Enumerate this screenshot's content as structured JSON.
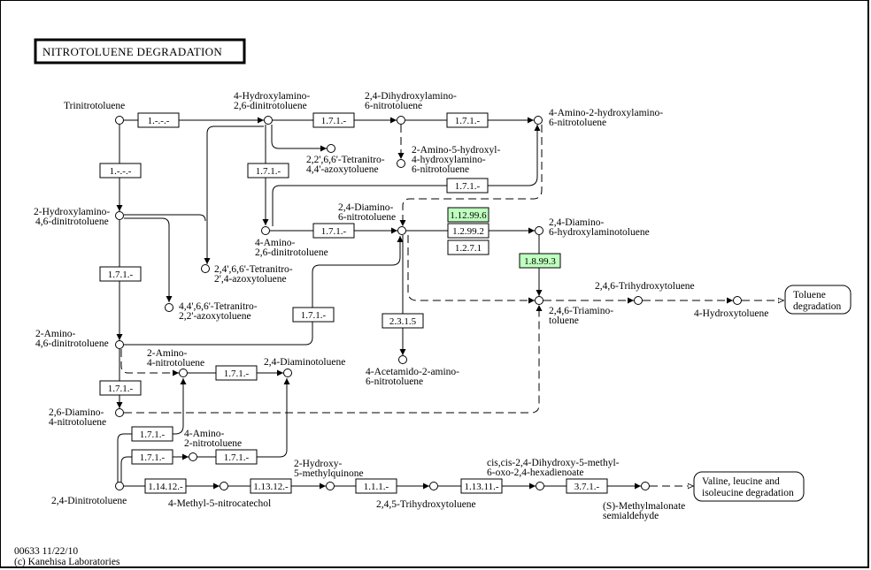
{
  "title": "NITROTOLUENE DEGRADATION",
  "footer": {
    "line1": "00633 11/22/10",
    "line2": "(c) Kanehisa Laboratories"
  },
  "highlight_color": "#bfffbf",
  "compounds": {
    "tnt": "Trinitrotoluene",
    "ha26_1": "4-Hydroxylamino-",
    "ha26_2": "2,6-dinitrotoluene",
    "dha_1": "2,4-Dihydroxylamino-",
    "dha_2": "6-nitrotoluene",
    "a2ha_1": "4-Amino-2-hydroxylamino-",
    "a2ha_2": "6-nitrotoluene",
    "tetra44_1": "2,2',6,6'-Tetranitro-",
    "tetra44_2": "4,4'-azoxytoluene",
    "a5h_1": "2-Amino-5-hydroxyl-",
    "a5h_2": "4-hydroxylamino-",
    "a5h_3": "6-nitrotoluene",
    "ha46_1": "2-Hydroxylamino-",
    "ha46_2": "4,6-dinitrotoluene",
    "tetra24_1": "2,4',6,6'-Tetranitro-",
    "tetra24_2": "2',4-azoxytoluene",
    "tetra22_1": "4,4',6,6'-Tetranitro-",
    "tetra22_2": "2,2'-azoxytoluene",
    "a26_1": "4-Amino-",
    "a26_2": "2,6-dinitrotoluene",
    "dan6_1": "2,4-Diamino-",
    "dan6_2": "6-nitrotoluene",
    "dah_1": "2,4-Diamino-",
    "dah_2": "6-hydroxylaminotoluene",
    "tat_1": "2,4,6-Triamino-",
    "tat_2": "toluene",
    "tht": "2,4,6-Trihydroxytoluene",
    "hydroxytoluene": "4-Hydroxytoluene",
    "a46_1": "2-Amino-",
    "a46_2": "4,6-dinitrotoluene",
    "a4n_1": "2-Amino-",
    "a4n_2": "4-nitrotoluene",
    "dat": "2,4-Diaminotoluene",
    "acet_1": "4-Acetamido-2-amino-",
    "acet_2": "6-nitrotoluene",
    "dan4_1": "2,6-Diamino-",
    "dan4_2": "4-nitrotoluene",
    "a2n_1": "4-Amino-",
    "a2n_2": "2-nitrotoluene",
    "dnt": "2,4-Dinitrotoluene",
    "mnc": "4-Methyl-5-nitrocatechol",
    "hmq_1": "2-Hydroxy-",
    "hmq_2": "5-methylquinone",
    "thtol": "2,4,5-Trihydroxytoluene",
    "ccd_1": "cis,cis-2,4-Dihydroxy-5-methyl-",
    "ccd_2": "6-oxo-2,4-hexadienoate",
    "mms_1": "(S)-Methylmalonate",
    "mms_2": "semialdehyde"
  },
  "enzymes": {
    "e1": "1.-.-.-",
    "e2": "1.-.-.-",
    "e3": "1.7.1.-",
    "e4": "1.7.1.-",
    "e5": "1.7.1.-",
    "e6": "1.7.1.-",
    "e7": "1.7.1.-",
    "e8": "1.7.1.-",
    "e9": "1.12.99.6",
    "e10": "1.2.99.2",
    "e11": "1.2.7.1",
    "e12": "1.8.99.3",
    "e13": "1.7.1.-",
    "e14": "2.3.1.5",
    "e15": "1.7.1.-",
    "e16": "1.7.1.-",
    "e17": "1.7.1.-",
    "e18": "1.7.1.-",
    "e19": "1.7.1.-",
    "e20": "1.14.12.-",
    "e21": "1.13.12.-",
    "e22": "1.1.1.-",
    "e23": "1.13.11.-",
    "e24": "3.7.1.-"
  },
  "highlighted_enzymes": [
    "1.12.99.6",
    "1.8.99.3"
  ],
  "maps": {
    "toluene_1": "Toluene",
    "toluene_2": "degradation",
    "vli_1": "Valine, leucine and",
    "vli_2": "isoleucine degradation"
  }
}
